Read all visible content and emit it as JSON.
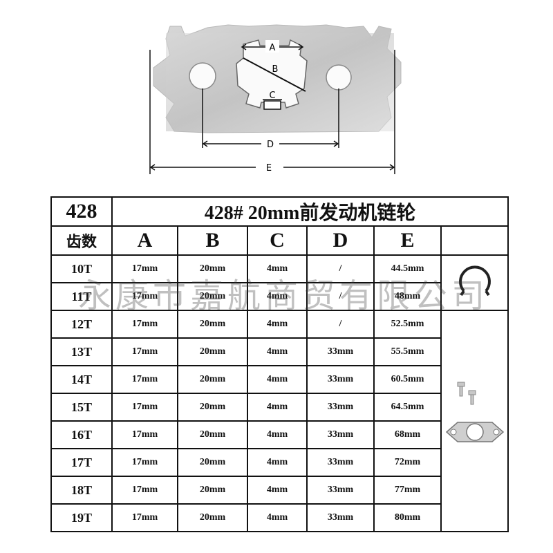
{
  "diagram": {
    "labels": {
      "a": "A",
      "b": "B",
      "c": "C",
      "d": "D",
      "e": "E"
    }
  },
  "table": {
    "model": "428",
    "title": "428# 20mm前发动机链轮",
    "teeth_header": "齿数",
    "columns": [
      "A",
      "B",
      "C",
      "D",
      "E"
    ],
    "rows": [
      {
        "teeth": "10T",
        "a": "17mm",
        "b": "20mm",
        "c": "4mm",
        "d": "/",
        "e": "44.5mm"
      },
      {
        "teeth": "11T",
        "a": "17mm",
        "b": "20mm",
        "c": "4mm",
        "d": "/",
        "e": "48mm"
      },
      {
        "teeth": "12T",
        "a": "17mm",
        "b": "20mm",
        "c": "4mm",
        "d": "/",
        "e": "52.5mm"
      },
      {
        "teeth": "13T",
        "a": "17mm",
        "b": "20mm",
        "c": "4mm",
        "d": "33mm",
        "e": "55.5mm"
      },
      {
        "teeth": "14T",
        "a": "17mm",
        "b": "20mm",
        "c": "4mm",
        "d": "33mm",
        "e": "60.5mm"
      },
      {
        "teeth": "15T",
        "a": "17mm",
        "b": "20mm",
        "c": "4mm",
        "d": "33mm",
        "e": "64.5mm"
      },
      {
        "teeth": "16T",
        "a": "17mm",
        "b": "20mm",
        "c": "4mm",
        "d": "33mm",
        "e": "68mm"
      },
      {
        "teeth": "17T",
        "a": "17mm",
        "b": "20mm",
        "c": "4mm",
        "d": "33mm",
        "e": "72mm"
      },
      {
        "teeth": "18T",
        "a": "17mm",
        "b": "20mm",
        "c": "4mm",
        "d": "33mm",
        "e": "77mm"
      },
      {
        "teeth": "19T",
        "a": "17mm",
        "b": "20mm",
        "c": "4mm",
        "d": "33mm",
        "e": "80mm"
      }
    ]
  },
  "accessories": {
    "top_icon": "circlip-icon",
    "bottom_icon": "retainer-plate-with-bolts-icon"
  },
  "watermark": "永康市嘉航商贸有限公司"
}
